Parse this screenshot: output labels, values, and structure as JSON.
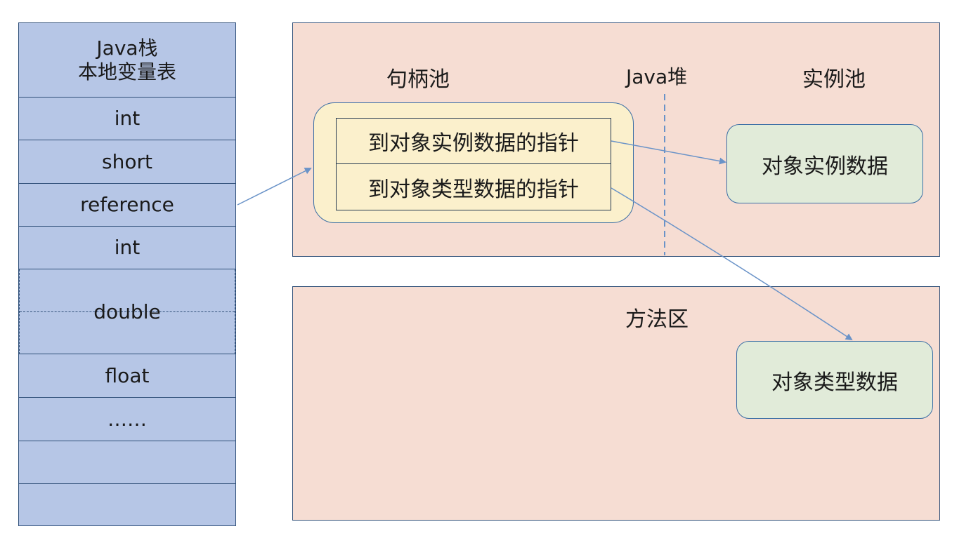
{
  "stack": {
    "title_line1": "Java栈",
    "title_line2": "本地变量表",
    "rows": [
      "int",
      "short",
      "reference",
      "int",
      "double",
      "float",
      "……",
      "",
      ""
    ]
  },
  "heap": {
    "label": "Java堆",
    "handle_pool_label": "句柄池",
    "instance_pool_label": "实例池",
    "pointer_instance": "到对象实例数据的指针",
    "pointer_type": "到对象类型数据的指针",
    "instance_data": "对象实例数据"
  },
  "method_area": {
    "label": "方法区",
    "type_data": "对象类型数据"
  },
  "colors": {
    "stack_fill": "#b6c6e6",
    "region_fill": "#f6ddd3",
    "handle_fill": "#fbf0cc",
    "data_fill": "#e1ebd9",
    "arrow": "#6a93c8"
  }
}
